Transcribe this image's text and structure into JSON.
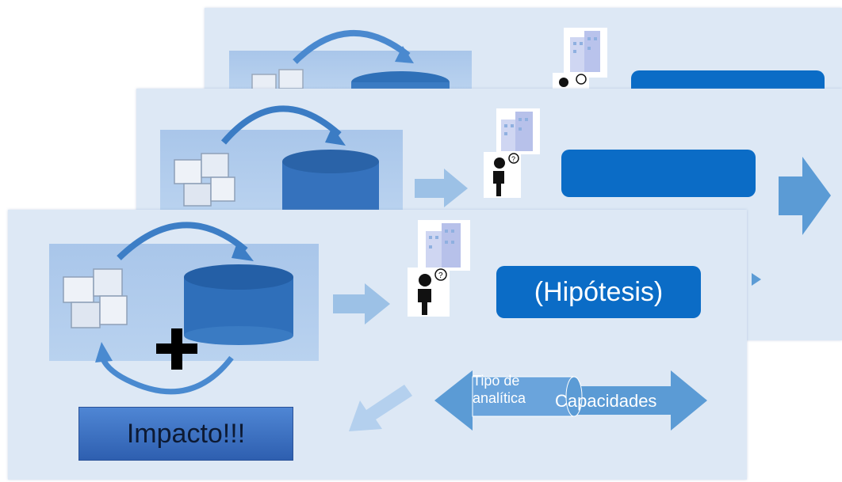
{
  "slides": [
    {
      "id": "back"
    },
    {
      "id": "middle"
    },
    {
      "id": "front",
      "hypothesis_label": "(Hipótesis)",
      "impact_label": "Impacto!!!",
      "analytics_type_label": "Tipo de analítica",
      "capabilities_label": "Capacidades",
      "plus_symbol": "+"
    }
  ],
  "colors": {
    "card_bg": "#dde8f5",
    "panel_bg": "#b3cdef",
    "box_blue": "#0b6cc6",
    "arrow_blue": "#5b9bd5",
    "light_arrow": "#9cc1e6",
    "impact_top": "#4f86d4",
    "impact_bottom": "#2e5fb0"
  },
  "icons": [
    "puzzle-icon",
    "database-cylinder-icon",
    "building-icon",
    "thinking-person-icon",
    "curved-arrow-icon",
    "plus-icon",
    "right-arrow-icon",
    "double-arrow-icon",
    "database-scroll-icon"
  ]
}
